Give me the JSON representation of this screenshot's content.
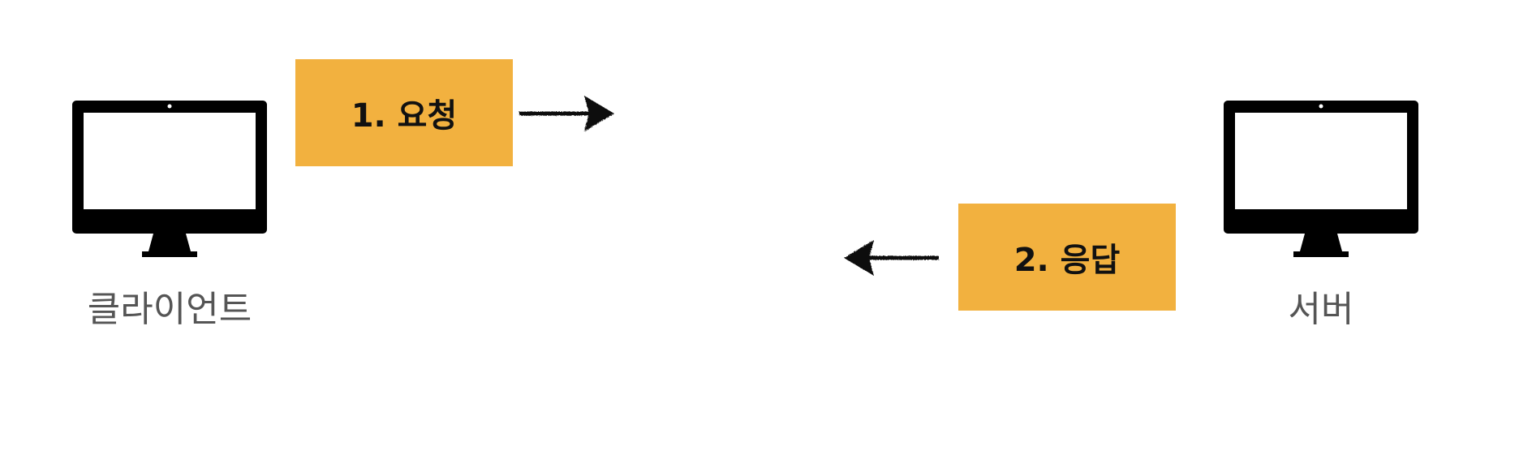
{
  "client": {
    "label": "클라이언트",
    "icon": "desktop-monitor-icon"
  },
  "server": {
    "label": "서버",
    "icon": "desktop-monitor-icon"
  },
  "request": {
    "label": "1. 요청",
    "direction": "client-to-server"
  },
  "response": {
    "label": "2. 응답",
    "direction": "server-to-client"
  },
  "colors": {
    "box_fill": "#f2b13f",
    "line": "#111111",
    "label_text": "#555555",
    "monitor": "#000000"
  }
}
